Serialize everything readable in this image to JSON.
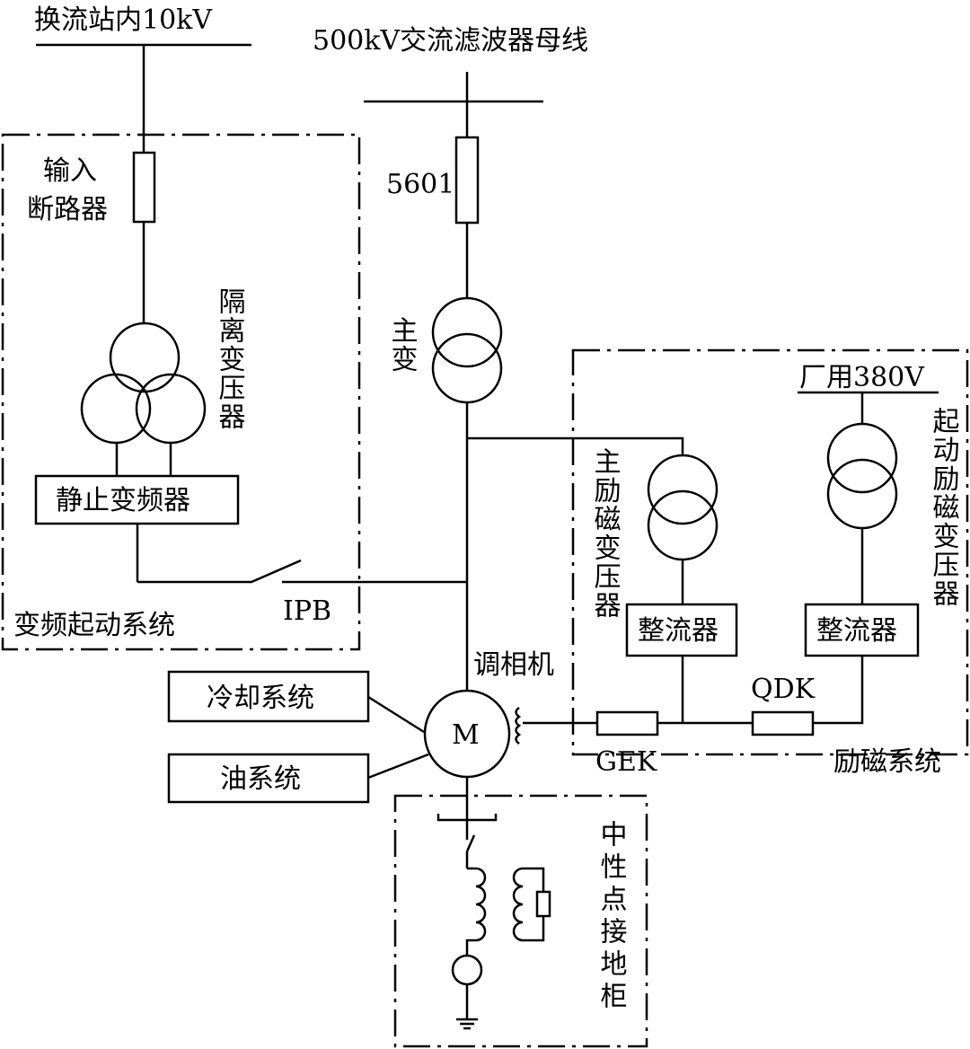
{
  "labels": {
    "bus_10kv": "换流站内10kV",
    "bus_500kv": "500kV交流滤波器母线",
    "input_breaker_1": "输入",
    "input_breaker_2": "断路器",
    "isolation_transformer": "隔离变压器",
    "sfc": "静止变频器",
    "sfc_system": "变频起动系统",
    "ipb": "IPB",
    "breaker_5601": "5601",
    "main_transformer": "主变",
    "station_380v": "厂用380V",
    "main_excitation_transformer": "主励磁变压器",
    "start_excitation_transformer": "起动励磁变压器",
    "rectifier_main": "整流器",
    "rectifier_start": "整流器",
    "qdk": "QDK",
    "gek": "GEK",
    "excitation_system": "励磁系统",
    "condenser": "调相机",
    "motor": "M",
    "cooling_system": "冷却系统",
    "oil_system": "油系统",
    "neutral_grounding": "中性点接地柜"
  }
}
